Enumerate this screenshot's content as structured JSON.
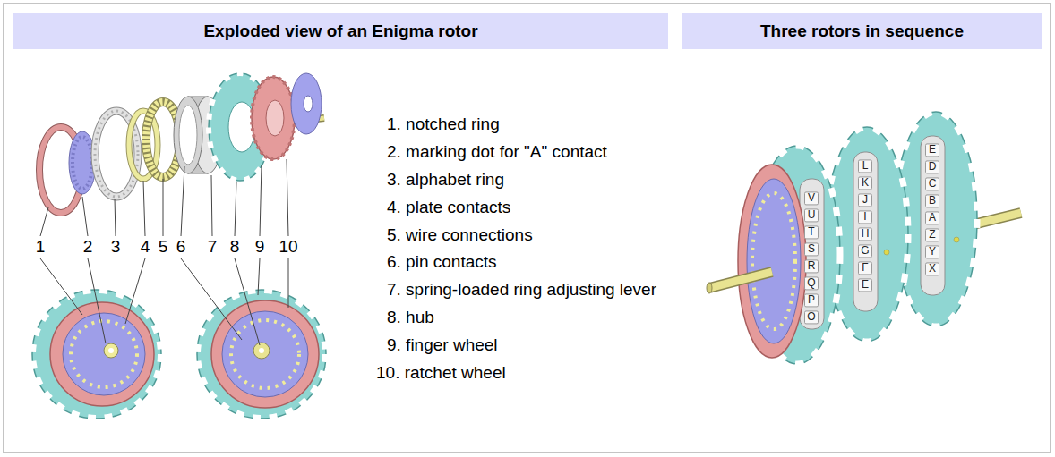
{
  "diagram": {
    "nodes": [
      {
        "text": [
          "Exploded view of an Enigma rotor"
        ]
      },
      {
        "text": [
          "Three rotors in sequence"
        ]
      }
    ],
    "labels": [
      "1",
      "2",
      "3",
      "4",
      "5",
      "6",
      "7",
      "8",
      "9",
      "10",
      "1. notched ring",
      "2. marking dot for \"A\" contact",
      "3. alphabet ring",
      "4. plate contacts",
      "5. wire connections",
      "6. pin contacts",
      "7. spring-loaded ring adjusting lever",
      "8. hub",
      "9. finger wheel",
      "10. ratchet wheel",
      "V",
      "U",
      "T",
      "S",
      "R",
      "Q",
      "P",
      "O",
      "L",
      "K",
      "J",
      "I",
      "H",
      "G",
      "F",
      "E",
      "E",
      "D",
      "C",
      "B",
      "A",
      "Z",
      "Y",
      "X"
    ]
  }
}
